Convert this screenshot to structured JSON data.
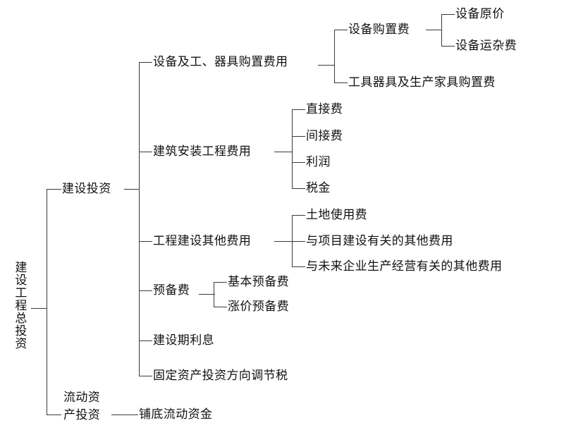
{
  "diagram": {
    "type": "tree",
    "orientation": "left-to-right",
    "root": "建设工程总投资",
    "root_lines": [
      "建",
      "设",
      "工",
      "程",
      "总",
      "投",
      "资"
    ],
    "level1": [
      {
        "label": "建设投资"
      },
      {
        "label_line1": "流动资",
        "label_line2": "产投资",
        "label": "流动资产投资"
      }
    ],
    "construction_investment_children": [
      {
        "label": "设备及工、器具购置费用"
      },
      {
        "label": "建筑安装工程费用"
      },
      {
        "label": "工程建设其他费用"
      },
      {
        "label": "预备费"
      },
      {
        "label": "建设期利息"
      },
      {
        "label": "固定资产投资方向调节税"
      }
    ],
    "equipment_tool_children": [
      {
        "label": "设备购置费"
      },
      {
        "label": "工具器具及生产家具购置费"
      }
    ],
    "equipment_purchase_children": [
      {
        "label": "设备原价"
      },
      {
        "label": "设备运杂费"
      }
    ],
    "construction_install_children": [
      {
        "label": "直接费"
      },
      {
        "label": "间接费"
      },
      {
        "label": "利润"
      },
      {
        "label": "税金"
      }
    ],
    "other_project_children": [
      {
        "label": "土地使用费"
      },
      {
        "label": "与项目建设有关的其他费用"
      },
      {
        "label": "与未来企业生产经营有关的其他费用"
      }
    ],
    "reserve_children": [
      {
        "label": "基本预备费"
      },
      {
        "label": "涨价预备费"
      }
    ],
    "working_capital_children": [
      {
        "label": "铺底流动资金"
      }
    ],
    "colors": {
      "line": "#3a3a3a",
      "text": "#111111",
      "background": "#ffffff"
    }
  }
}
